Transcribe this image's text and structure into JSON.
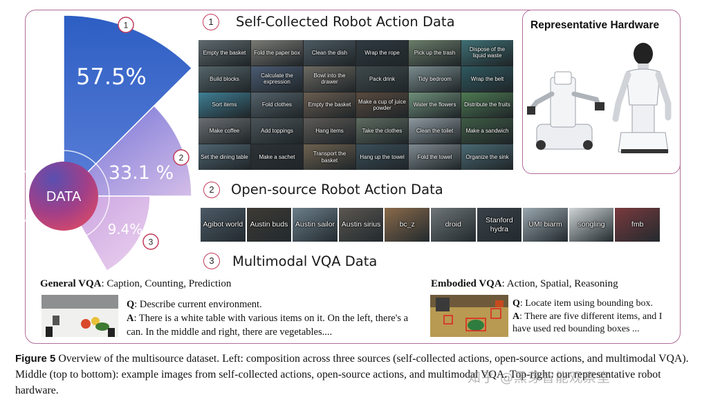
{
  "chart_data": {
    "type": "pie",
    "center_label": "DATA",
    "categories": [
      "1",
      "2",
      "3"
    ],
    "values": [
      57.5,
      33.1,
      9.4
    ],
    "value_labels": [
      "57.5%",
      "33.1 %",
      "9.4%"
    ],
    "colors": [
      "#3a67c8",
      "#b6a2e2",
      "#dcb8e8"
    ]
  },
  "sections": [
    {
      "num": "1",
      "title": "Self-Collected Robot Action Data"
    },
    {
      "num": "2",
      "title": "Open-source Robot Action Data"
    },
    {
      "num": "3",
      "title": "Multimodal VQA Data"
    }
  ],
  "self_collected_tasks": [
    "Empty the basket",
    "Fold the paper box",
    "Clean the dish",
    "Wrap the rope",
    "Pick up the trash",
    "Dispose of the liquid waste",
    "Build blocks",
    "Calculate the expression",
    "Bowl into the drawer",
    "Pack drink",
    "Tidy bedroom",
    "Wrap the belt",
    "Sort items",
    "Fold clothes",
    "Empty the basket",
    "Make a cup of juice powder",
    "Water the flowers",
    "Distribute the fruits",
    "Make coffee",
    "Add toppings",
    "Hang items",
    "Take the clothes",
    "Clean the toilet",
    "Make a sandwich",
    "Set the dining table",
    "Make a sachet",
    "Transport the basket",
    "Hang up the towel",
    "Fold the towel",
    "Organize the sink"
  ],
  "open_source_datasets": [
    "Agibot world",
    "Austin buds",
    "Austin sailor",
    "Austin sirius",
    "bc_z",
    "droid",
    "Stanford hydra",
    "UMI biarm",
    "songling",
    "fmb"
  ],
  "hardware": {
    "title": "Representative Hardware"
  },
  "general_vqa": {
    "label_bold": "General VQA",
    "label_rest": ": Caption, Counting, Prediction",
    "q_key": "Q",
    "q": ": Describe current environment.",
    "a_key": "A",
    "a": ": There is a white table with various items on it. On the left, there's a can. In the middle and right, there are vegetables...."
  },
  "embodied_vqa": {
    "label_bold": "Embodied VQA",
    "label_rest": ": Action, Spatial, Reasoning",
    "q_key": "Q",
    "q": ": Locate item using bounding box.",
    "a_key": "A",
    "a": ": There are five different items, and I have used red bounding boxes ..."
  },
  "caption": {
    "fig": "Figure 5",
    "text": "Overview of the multisource dataset. Left: composition across three sources (self-collected actions, open-source actions, and multimodal VQA). Middle (top to bottom): example images from self-collected actions, open-source actions, and multimodal VQA. Top-right: our representative robot hardware."
  },
  "watermark": "知乎 @黑芽智能观察室"
}
